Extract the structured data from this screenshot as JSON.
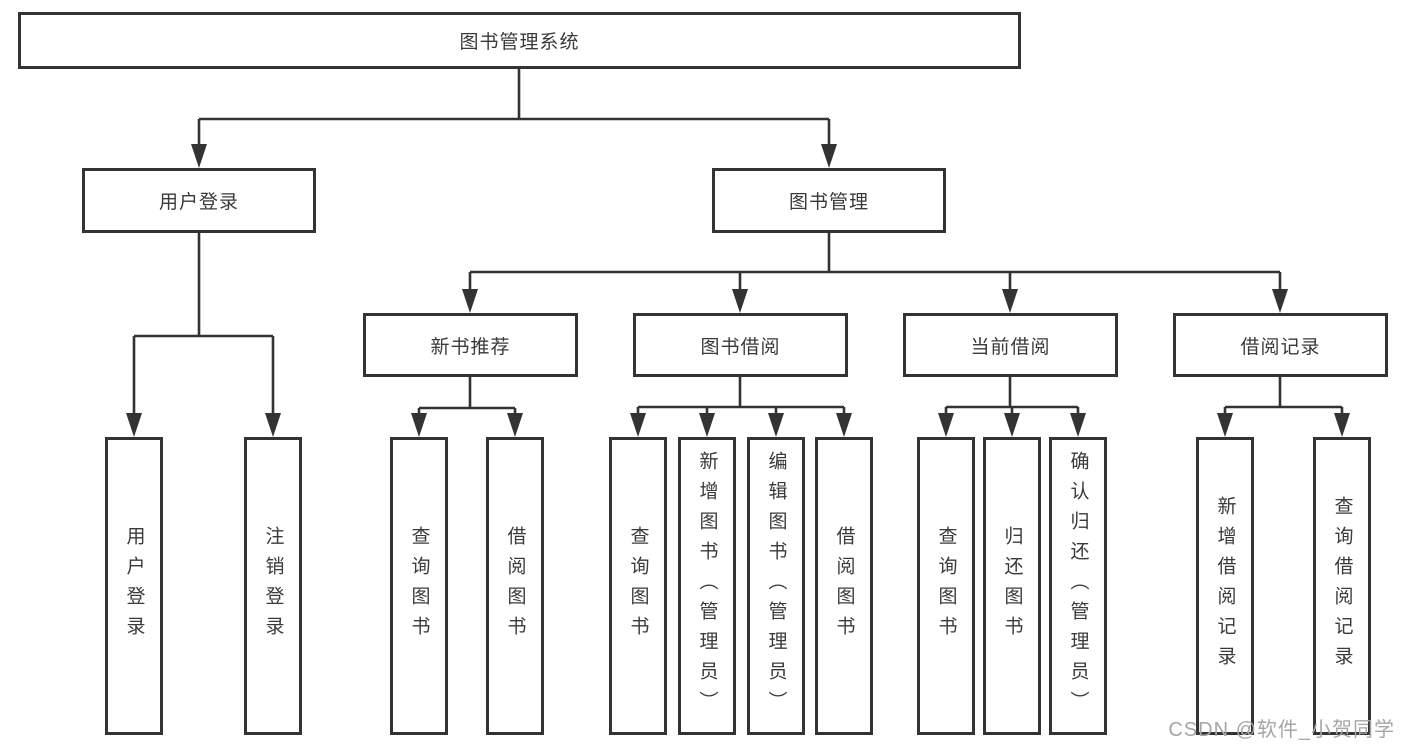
{
  "diagram": {
    "tree": {
      "root": {
        "label": "图书管理系统"
      },
      "children": [
        {
          "label": "用户登录",
          "children": [
            {
              "label": "用户登录"
            },
            {
              "label": "注销登录"
            }
          ]
        },
        {
          "label": "图书管理",
          "children": [
            {
              "label": "新书推荐",
              "children": [
                {
                  "label": "查询图书"
                },
                {
                  "label": "借阅图书"
                }
              ]
            },
            {
              "label": "图书借阅",
              "children": [
                {
                  "label": "查询图书"
                },
                {
                  "label": "新增图书（管理员）"
                },
                {
                  "label": "编辑图书（管理员）"
                },
                {
                  "label": "借阅图书"
                }
              ]
            },
            {
              "label": "当前借阅",
              "children": [
                {
                  "label": "查询图书"
                },
                {
                  "label": "归还图书"
                },
                {
                  "label": "确认归还（管理员）"
                }
              ]
            },
            {
              "label": "借阅记录",
              "children": [
                {
                  "label": "新增借阅记录"
                },
                {
                  "label": "查询借阅记录"
                }
              ]
            }
          ]
        }
      ]
    },
    "line_color": "#333333",
    "text_color": "#3a3a3a",
    "background_color": "#ffffff"
  },
  "watermark": {
    "text": "CSDN @软件_小贺同学"
  }
}
